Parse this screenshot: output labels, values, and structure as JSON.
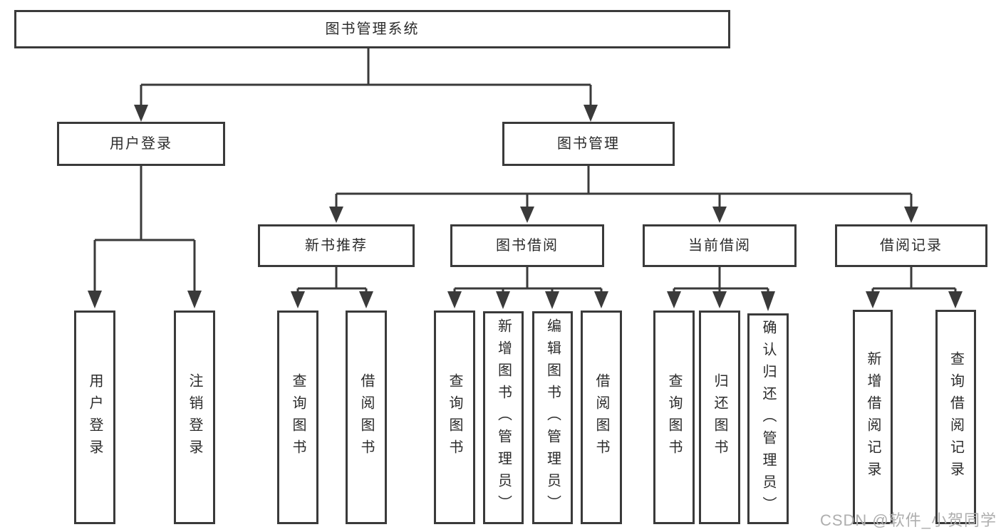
{
  "tree": {
    "root": "图书管理系统",
    "user_login": {
      "label": "用户登录",
      "children": [
        "用户登录",
        "注销登录"
      ]
    },
    "book_management": {
      "label": "图书管理",
      "sections": [
        {
          "label": "新书推荐",
          "children": [
            "查询图书",
            "借阅图书"
          ]
        },
        {
          "label": "图书借阅",
          "children": [
            "查询图书",
            "新增图书（管理员）",
            "编辑图书（管理员）",
            "借阅图书"
          ]
        },
        {
          "label": "当前借阅",
          "children": [
            "查询图书",
            "归还图书",
            "确认归还（管理员）"
          ]
        },
        {
          "label": "借阅记录",
          "children": [
            "新增借阅记录",
            "查询借阅记录"
          ]
        }
      ]
    }
  },
  "watermark": "CSDN @软件_小贺同学",
  "colors": {
    "line": "#3a3a3a",
    "node_border": "#3a3a3a",
    "node_text": "#2b2b2b",
    "watermark": "#aeaeae",
    "background": "#ffffff"
  }
}
